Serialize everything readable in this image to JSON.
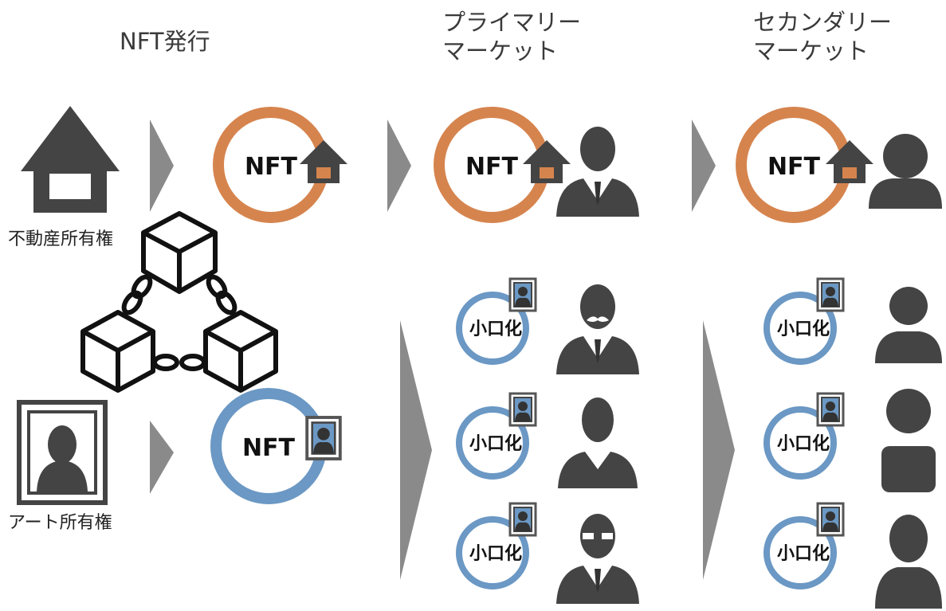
{
  "headers": {
    "issue": "NFT発行",
    "primary": [
      "プライマリー",
      "マーケット"
    ],
    "secondary": [
      "セカンダリー",
      "マーケット"
    ]
  },
  "labels": {
    "real_estate": "不動産所有権",
    "art": "アート所有権"
  },
  "tokens": {
    "nft": "NFT",
    "fraction": "小口化"
  },
  "colors": {
    "nft_realestate_ring": "#d6844e",
    "nft_art_ring": "#6b98c4",
    "icon_gray": "#444444",
    "arrow_gray": "#8a8a8a"
  }
}
